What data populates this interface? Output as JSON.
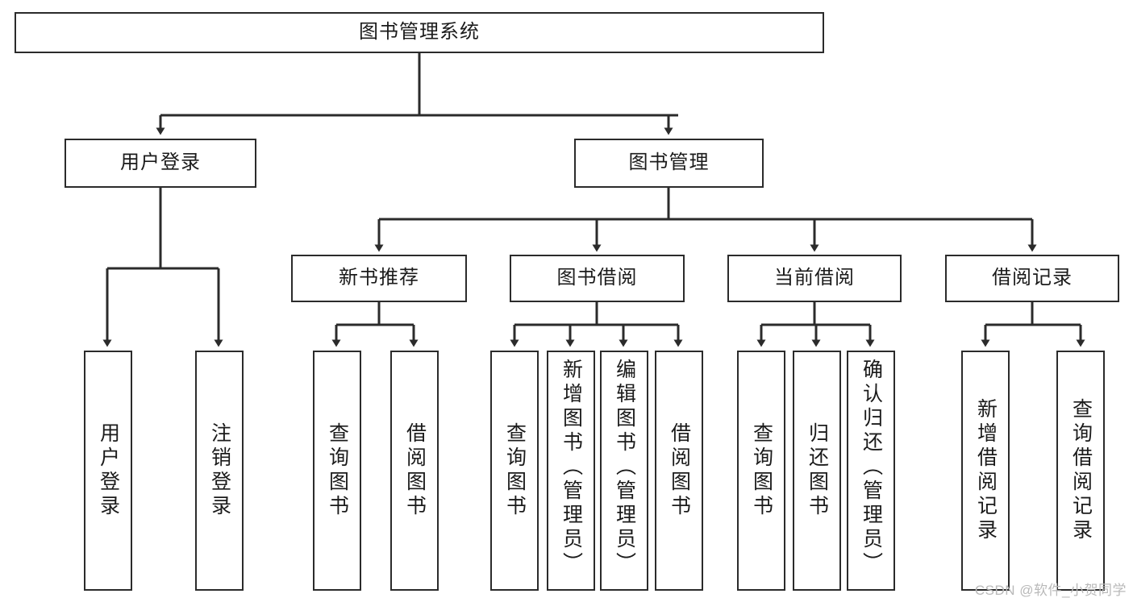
{
  "diagram": {
    "title": "图书管理系统",
    "watermark": "CSDN @软件_小贺同学",
    "line_color": "#2b2b2b",
    "box_fill": "#ffffff",
    "text_color": "#1b1b1b",
    "watermark_color": "#b9b9b9",
    "nodes": {
      "root": {
        "label": "图书管理系统",
        "level": 1
      },
      "user_login": {
        "label": "用户登录",
        "level": 2
      },
      "book_manage": {
        "label": "图书管理",
        "level": 2
      },
      "new_book_rec": {
        "label": "新书推荐",
        "level": 3
      },
      "book_borrow": {
        "label": "图书借阅",
        "level": 3
      },
      "current_borrow": {
        "label": "当前借阅",
        "level": 3
      },
      "borrow_record": {
        "label": "借阅记录",
        "level": 3
      },
      "leaf_user_login": {
        "label": "用户登录",
        "level": 4
      },
      "leaf_logout": {
        "label": "注销登录",
        "level": 4
      },
      "leaf_query_book_1": {
        "label": "查询图书",
        "level": 4
      },
      "leaf_borrow_book_1": {
        "label": "借阅图书",
        "level": 4
      },
      "leaf_query_book_2": {
        "label": "查询图书",
        "level": 4
      },
      "leaf_add_book": {
        "label": "新增图书（管理员）",
        "level": 4
      },
      "leaf_edit_book": {
        "label": "编辑图书（管理员）",
        "level": 4
      },
      "leaf_borrow_book_2": {
        "label": "借阅图书",
        "level": 4
      },
      "leaf_query_book_3": {
        "label": "查询图书",
        "level": 4
      },
      "leaf_return_book": {
        "label": "归还图书",
        "level": 4
      },
      "leaf_confirm_return": {
        "label": "确认归还（管理员）",
        "level": 4
      },
      "leaf_add_record": {
        "label": "新增借阅记录",
        "level": 4
      },
      "leaf_query_record": {
        "label": "查询借阅记录",
        "level": 4
      }
    },
    "edges": [
      {
        "from": "root",
        "to": "user_login"
      },
      {
        "from": "root",
        "to": "book_manage"
      },
      {
        "from": "user_login",
        "to": "leaf_user_login"
      },
      {
        "from": "user_login",
        "to": "leaf_logout"
      },
      {
        "from": "book_manage",
        "to": "new_book_rec"
      },
      {
        "from": "book_manage",
        "to": "book_borrow"
      },
      {
        "from": "book_manage",
        "to": "current_borrow"
      },
      {
        "from": "book_manage",
        "to": "borrow_record"
      },
      {
        "from": "new_book_rec",
        "to": "leaf_query_book_1"
      },
      {
        "from": "new_book_rec",
        "to": "leaf_borrow_book_1"
      },
      {
        "from": "book_borrow",
        "to": "leaf_query_book_2"
      },
      {
        "from": "book_borrow",
        "to": "leaf_add_book"
      },
      {
        "from": "book_borrow",
        "to": "leaf_edit_book"
      },
      {
        "from": "book_borrow",
        "to": "leaf_borrow_book_2"
      },
      {
        "from": "current_borrow",
        "to": "leaf_query_book_3"
      },
      {
        "from": "current_borrow",
        "to": "leaf_return_book"
      },
      {
        "from": "current_borrow",
        "to": "leaf_confirm_return"
      },
      {
        "from": "borrow_record",
        "to": "leaf_add_record"
      },
      {
        "from": "borrow_record",
        "to": "leaf_query_record"
      }
    ]
  }
}
